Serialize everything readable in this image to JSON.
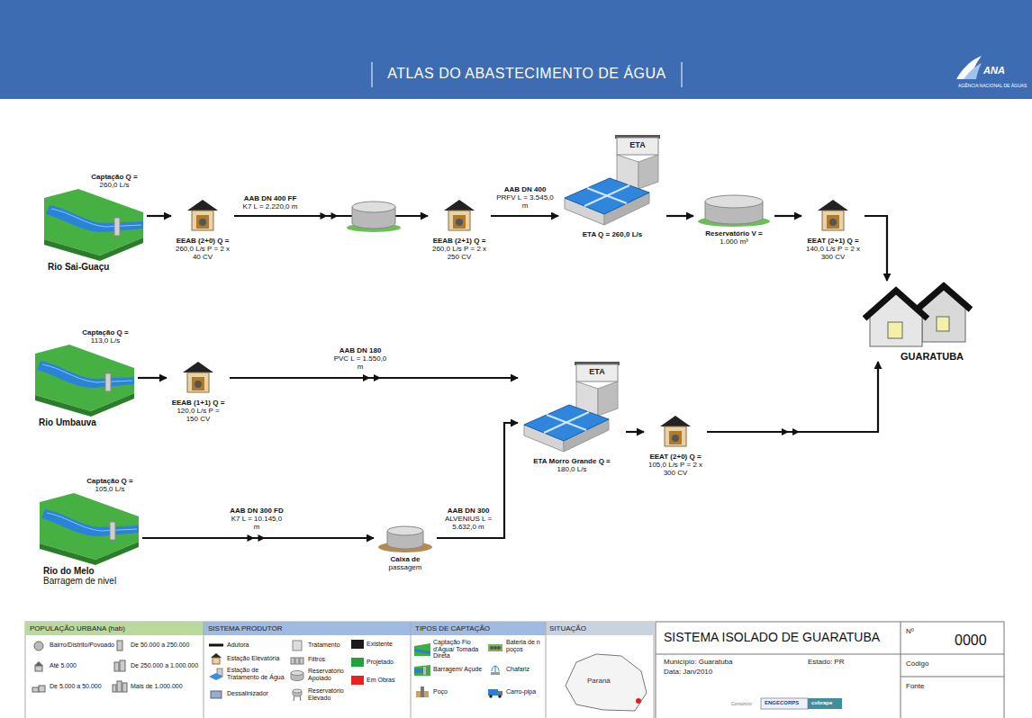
{
  "diagram": {
    "title": "ATLAS DO ABASTECIMENTO DE ÁGUA",
    "nodes": [
      {
        "text": [
          "Captação Q = 260,0 L/s",
          "Rio Sai-Guaçu"
        ]
      },
      {
        "text": [
          "EEAB (2+0) Q = 260,0 L/s P = 2 x 40 CV"
        ]
      },
      {
        "text": [
          "EEAB (2+1) Q = 260,0 L/s P = 2 x 250 CV"
        ]
      },
      {
        "text": [
          "ETA",
          "ETA Q = 260,0 L/s"
        ]
      },
      {
        "text": [
          "Reservatório V = 1.000 m³"
        ]
      },
      {
        "text": [
          "EEAT (2+1) Q = 140,0 L/s P = 2 x 300 CV"
        ]
      },
      {
        "text": [
          "GUARATUBA"
        ]
      },
      {
        "text": [
          "Captação Q = 113,0 L/s",
          "Rio Umbauva"
        ]
      },
      {
        "text": [
          "EEAB (1+1) Q = 120,0 L/s P = 150 CV"
        ]
      },
      {
        "text": [
          "ETA",
          "ETA Morro Grande Q = 180,0 L/s"
        ]
      },
      {
        "text": [
          "EEAT (2+0) Q = 105,0 L/s P = 2 x 300 CV"
        ]
      },
      {
        "text": [
          "Captação Q = 105,0 L/s",
          "Rio do Melo",
          "Barragem de nivel"
        ]
      },
      {
        "text": [
          "Caixa de passagem"
        ]
      }
    ],
    "edges": [
      {
        "from": 0,
        "to": 1,
        "arrow": "to"
      },
      {
        "from": 1,
        "to": 2,
        "label": "AAB DN 400 FF K7 L = 2.220,0 m",
        "arrow": "to"
      },
      {
        "from": 2,
        "to": 3,
        "label": "AAB DN 400 PRFV L = 3.545,0 m",
        "arrow": "to"
      },
      {
        "from": 3,
        "to": 4,
        "arrow": "to"
      },
      {
        "from": 4,
        "to": 5,
        "arrow": "to"
      },
      {
        "from": 5,
        "to": 6,
        "arrow": "to"
      },
      {
        "from": 7,
        "to": 8,
        "arrow": "to"
      },
      {
        "from": 8,
        "to": 9,
        "label": "AAB DN 180 PVC L = 1.550,0 m",
        "arrow": "to"
      },
      {
        "from": 9,
        "to": 10,
        "arrow": "to"
      },
      {
        "from": 10,
        "to": 6,
        "arrow": "to"
      },
      {
        "from": 11,
        "to": 12,
        "label": "AAB DN 300 FD K7 L = 10.145,0 m",
        "arrow": "to"
      },
      {
        "from": 12,
        "to": 9,
        "label": "AAB DN 300 ALVENIUS L = 5.632,0 m",
        "arrow": "to"
      }
    ],
    "labels": [
      "ANA",
      "AGÊNCIA NACIONAL DE ÁGUAS",
      "POPULAÇÃO URBANA (hab)",
      "SISTEMA PRODUTOR",
      "TIPOS DE CAPTAÇÃO",
      "SITUAÇÃO",
      "Paraná",
      "SISTEMA ISOLADO DE GUARATUBA",
      "Nº",
      "0000",
      "Município: Guaratuba",
      "Estado: PR",
      "Data: Jan/2010",
      "Código",
      "Fonte",
      "Consórcio",
      "ENGECORPS",
      "cobrape"
    ],
    "legend": [
      {
        "text": "Bairro/Distrito/Povoado"
      },
      {
        "text": "Até 5.000"
      },
      {
        "text": "De 5.000 a 50.000"
      },
      {
        "text": "De 50.000 a 250.000"
      },
      {
        "text": "De 250.000 a 1.000.000"
      },
      {
        "text": "Mais de 1.000.000"
      },
      {
        "text": "Adutora"
      },
      {
        "text": "Estação Elevatória"
      },
      {
        "text": "Estação de Tratamento de Água"
      },
      {
        "text": "Dessalinizador"
      },
      {
        "text": "Tratamento"
      },
      {
        "text": "Filtros"
      },
      {
        "text": "Reservatório Apoiado"
      },
      {
        "text": "Reservatório Elevado"
      },
      {
        "text": "Existente",
        "color": "#1a1a1a"
      },
      {
        "text": "Projetado",
        "color": "#22a33a"
      },
      {
        "text": "Em Obras",
        "color": "#e8231f"
      },
      {
        "text": "Captação Fio d'Água/ Tomada Direta"
      },
      {
        "text": "Bateria de n poços"
      },
      {
        "text": "Barragem/ Açude"
      },
      {
        "text": "Chafariz"
      },
      {
        "text": "Poço"
      },
      {
        "text": "Carro-pipa"
      }
    ]
  }
}
